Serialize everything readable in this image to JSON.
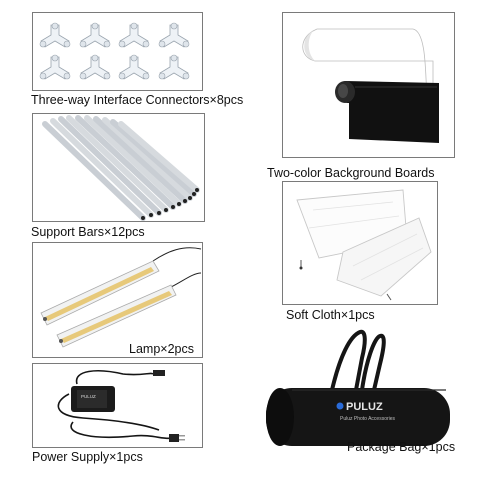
{
  "items": {
    "connectors": {
      "label": "Three-way Interface Connectors×8pcs",
      "icon": "three-way-connector-icon"
    },
    "bars": {
      "label": "Support Bars×12pcs",
      "icon": "support-bar-icon"
    },
    "lamp": {
      "label": "Lamp×2pcs",
      "icon": "led-lamp-strip-icon"
    },
    "power": {
      "label": "Power Supply×1pcs",
      "icon": "power-adapter-icon"
    },
    "boards": {
      "label": "Two-color Background Boards",
      "icon": "background-board-icon"
    },
    "cloth": {
      "label": "Soft Cloth×1pcs",
      "icon": "soft-cloth-icon"
    },
    "bag": {
      "label": "Package Bag×1pcs",
      "icon": "carry-bag-icon"
    }
  },
  "bag_print": {
    "brand": "PULUZ",
    "subtitle": "Puluz Photo Accessories"
  },
  "adapter_print": {
    "brand": "PULUZ"
  },
  "colors": {
    "border": "#7a7a7a",
    "board_black": "#111111",
    "bag": "#151515",
    "connector": "#eef2f6"
  }
}
